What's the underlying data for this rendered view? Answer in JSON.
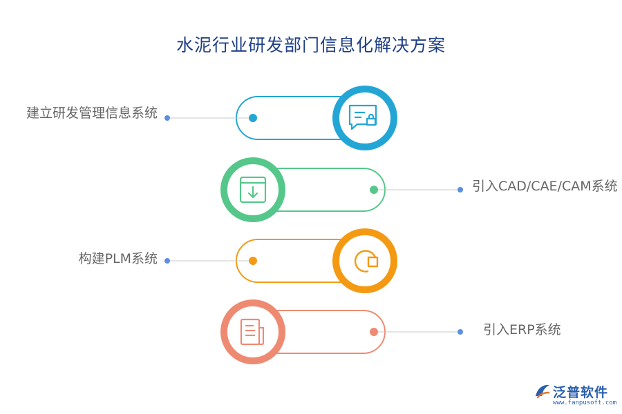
{
  "title": "水泥行业研发部门信息化解决方案",
  "items": [
    {
      "label": "建立研发管理信息系统",
      "color": "#23a6d5",
      "icon": "message-lock-icon"
    },
    {
      "label": "引入CAD/CAE/CAM系统",
      "color": "#55c78a",
      "icon": "download-box-icon"
    },
    {
      "label": "构建PLM系统",
      "color": "#f49a12",
      "icon": "chart-square-icon"
    },
    {
      "label": "引入ERP系统",
      "color": "#ef8a72",
      "icon": "document-icon"
    }
  ],
  "connector_color": "#5b8fdf",
  "logo": {
    "name": "泛普软件",
    "url": "www.fanpusoft.com",
    "color": "#2a5fae"
  }
}
